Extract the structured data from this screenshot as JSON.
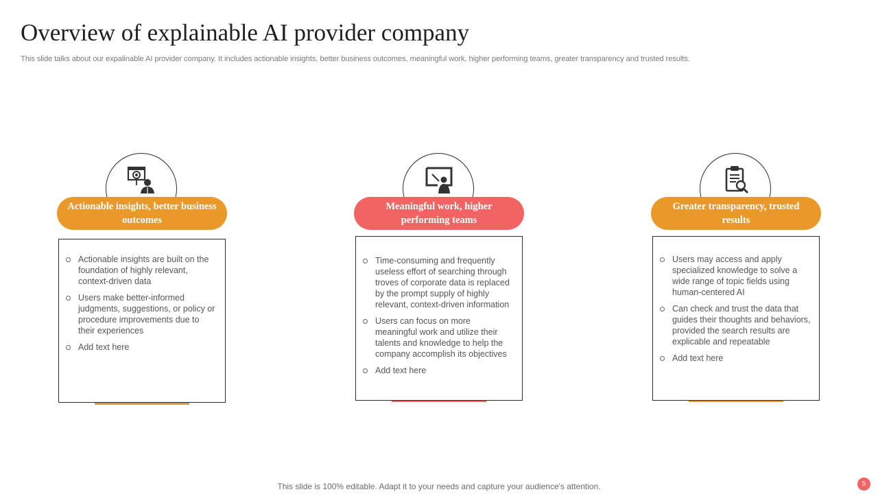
{
  "title": "Overview of explainable AI provider company",
  "subtitle": "This slide talks about our expalinable AI provider company. It includes actionable insights, better business outcomes, meaningful work, higher performing teams, greater transparency and trusted results.",
  "colors": {
    "orange": "#E9992A",
    "coral": "#F26363"
  },
  "cards": [
    {
      "icon": "presentation-person-icon",
      "heading": "Actionable insights, better business outcomes",
      "bullets": [
        "Actionable insights are built on the foundation of highly relevant, context-driven  data",
        "Users make better-informed judgments, suggestions, or policy or procedure improvements due to their experiences",
        "Add text here"
      ]
    },
    {
      "icon": "teacher-board-icon",
      "heading": "Meaningful work, higher performing  teams",
      "bullets": [
        "Time-consuming and frequently useless effort of searching through troves of corporate data is replaced by the prompt supply of highly relevant,  context-driven information",
        "Users can focus on more meaningful work and utilize their talents and knowledge to help the company accomplish its objectives",
        "Add text here"
      ]
    },
    {
      "icon": "clipboard-search-icon",
      "heading": "Greater transparency,  trusted results",
      "bullets": [
        "Users may access and apply specialized knowledge to solve a wide range of topic fields using human-centered  AI",
        "Can check and trust the data that guides their thoughts and behaviors,  provided the search results are explicable and repeatable",
        "Add text here"
      ]
    }
  ],
  "footer": "This slide is 100% editable. Adapt it to your needs and capture your audience's attention.",
  "page_number": "5"
}
